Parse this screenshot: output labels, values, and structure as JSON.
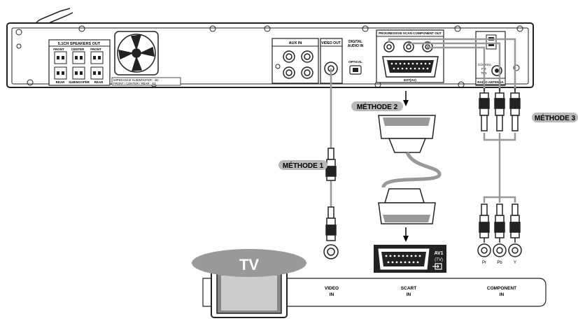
{
  "device": {
    "speakers_title": "5.1CH SPEAKERS OUT",
    "speaker_labels": {
      "front_left": "FRONT",
      "center": "CENTER",
      "front_right": "FRONT",
      "rear_left": "REAR",
      "subwoofer": "SUBWOOFER",
      "rear_right": "REAR"
    },
    "impedance_note_1": "IMPEDANCE  SUBWOOFER : 3Ω",
    "impedance_note_2": "FRONT / CENTER / REAR : 4Ω",
    "aux_in": "AUX IN",
    "video_out": "VIDEO OUT",
    "digital_audio_in_1": "DIGITAL",
    "digital_audio_in_2": "AUDIO IN",
    "optical": "OPTICAL",
    "component_out": "PROGRESSIVE SCAN COMPONENT OUT",
    "ext_av": "EXT(AV)",
    "coaxial": "COAXIAL",
    "fm": "FM",
    "fm_ohm": "75Ω",
    "radio_antenna": "RADIO ANTENNA"
  },
  "methods": {
    "m1": "MÉTHODE 1",
    "m2": "MÉTHODE 2",
    "m3": "MÉTHODE 3"
  },
  "tv": {
    "title": "TV",
    "av1_line1": "AV1",
    "av1_line2": "(TV)",
    "video_in_1": "VIDEO",
    "video_in_2": "IN",
    "scart_in_1": "SCART",
    "scart_in_2": "IN",
    "component_in_1": "COMPONENT",
    "component_in_2": "IN",
    "jack_pr": "Pr",
    "jack_pb": "Pb",
    "jack_y": "Y"
  },
  "colors": {
    "line": "#222222",
    "panel_fill": "#ffffff",
    "badge": "#b9b9b9",
    "tv_ellipse": "#999999",
    "cable": "#aaaaaa",
    "arrow": "#000000"
  }
}
